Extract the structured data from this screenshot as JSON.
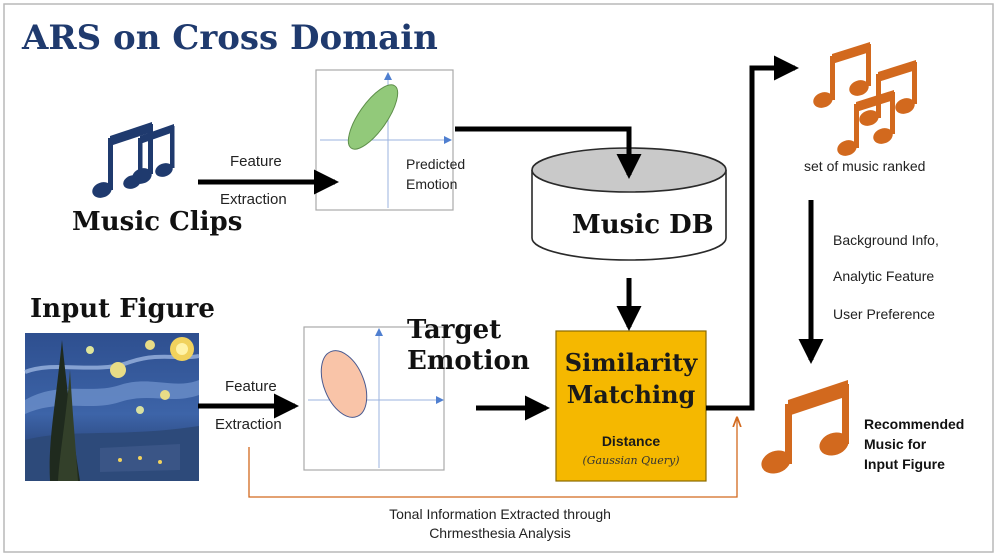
{
  "title": "ARS on Cross Domain",
  "music_clips": {
    "label": "Music Clips",
    "feature": "Feature",
    "extraction": "Extraction"
  },
  "predicted": {
    "line1": "Predicted",
    "line2": "Emotion"
  },
  "music_db": "Music DB",
  "input_figure": {
    "label": "Input Figure",
    "feature": "Feature",
    "extraction": "Extraction"
  },
  "target": {
    "line1": "Target",
    "line2": "Emotion"
  },
  "similarity": {
    "line1": "Similarity",
    "line2": "Matching",
    "distance": "Distance",
    "query": "(Gaussian Query)"
  },
  "ranked": "set of music ranked",
  "filters": [
    "Background Info,",
    "Analytic Feature",
    "User Preference"
  ],
  "recommended": {
    "line1": "Recommended",
    "line2": "Music for",
    "line3": "Input Figure"
  },
  "tonal": {
    "line1": "Tonal Information Extracted through",
    "line2": "Chrmesthesia Analysis"
  },
  "colors": {
    "title": "#1f3a6e",
    "notes_blue": "#1f3a6e",
    "notes_orange": "#d2691e",
    "similarity_fill": "#f5b800",
    "green_ellipse": "#92c97a",
    "peach_ellipse": "#f9c4a8",
    "axis_blue": "#4f7fd0",
    "tonal_line": "#d2691e"
  }
}
